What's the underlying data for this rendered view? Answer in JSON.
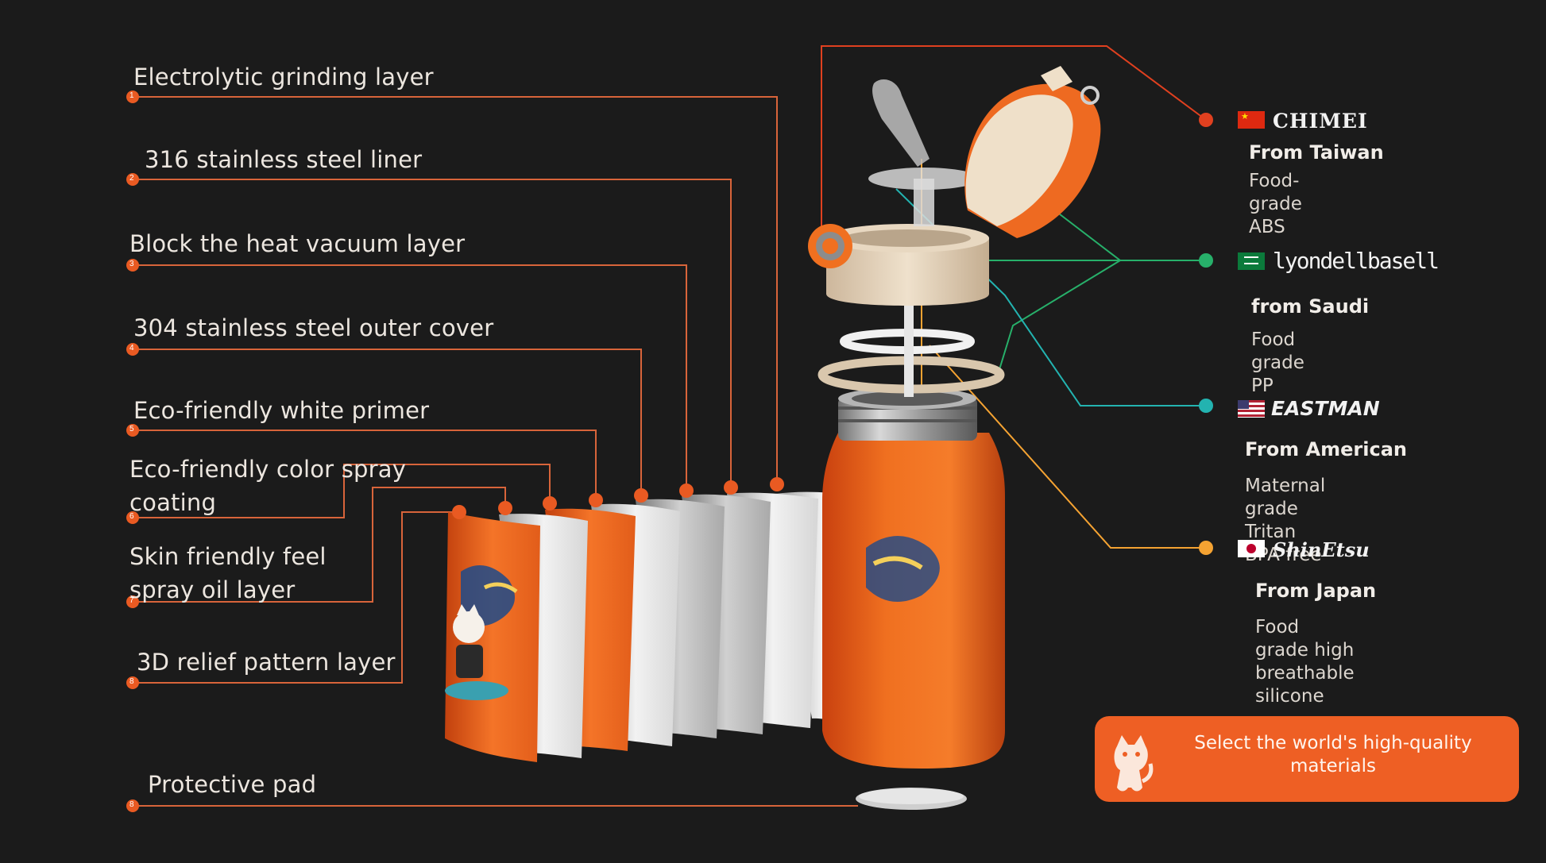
{
  "layers": [
    {
      "num": "1",
      "label": "Electrolytic grinding layer"
    },
    {
      "num": "2",
      "label": "316 stainless steel liner"
    },
    {
      "num": "3",
      "label": "Block the heat vacuum layer"
    },
    {
      "num": "4",
      "label": "304 stainless steel outer cover"
    },
    {
      "num": "5",
      "label": "Eco-friendly white primer"
    },
    {
      "num": "6",
      "label": "Eco-friendly color spray\ncoating"
    },
    {
      "num": "7",
      "label": "Skin friendly feel\nspray oil layer"
    },
    {
      "num": "8",
      "label": "3D relief pattern layer"
    },
    {
      "num": "8",
      "label": "Protective pad"
    }
  ],
  "brands": [
    {
      "logo": "CHIMEI",
      "origin": "From Taiwan",
      "material": "Food-grade ABS",
      "dot_color": "#e0401f",
      "flag": "china-flag-icon"
    },
    {
      "logo": "lyondellbasell",
      "origin": "from Saudi",
      "material": "Food grade PP",
      "dot_color": "#27b06a",
      "flag": "saudi-flag-icon"
    },
    {
      "logo": "EASTMAN",
      "origin": "From American",
      "material": "Maternal grade Tritan\nBPA free",
      "dot_color": "#23b3b0",
      "flag": "usa-flag-icon"
    },
    {
      "logo": "ShinEtsu",
      "origin": "From Japan",
      "material": "Food grade high\nbreathable silicone",
      "dot_color": "#f5a332",
      "flag": "japan-flag-icon"
    }
  ],
  "cta": {
    "text": "Select the world's high-quality materials",
    "icon": "cat-mascot-icon"
  },
  "colors": {
    "accent": "#ee5f24",
    "leader_line": "#d8643a",
    "background": "#1b1b1b"
  }
}
